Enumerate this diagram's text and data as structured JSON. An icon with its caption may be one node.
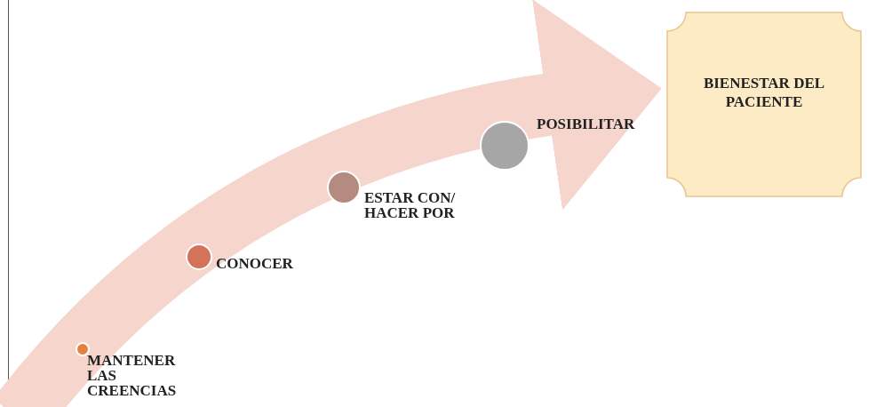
{
  "diagram": {
    "nodes": [
      {
        "text": [],
        "shape": "circle",
        "beside": [
          "MANTENER LAS CREENCIAS"
        ]
      },
      {
        "text": [],
        "shape": "circle",
        "beside": [
          "CONOCER"
        ]
      },
      {
        "text": [],
        "shape": "circle",
        "beside": [
          "ESTAR CON/ HACER POR"
        ]
      },
      {
        "text": [],
        "shape": "circle",
        "beside": [
          "POSIBILITAR"
        ]
      },
      {
        "text": [
          "BIENESTAR DEL PACIENTE"
        ]
      }
    ],
    "edges": [
      {
        "from": null,
        "to": 4,
        "arrow": "to"
      }
    ]
  }
}
